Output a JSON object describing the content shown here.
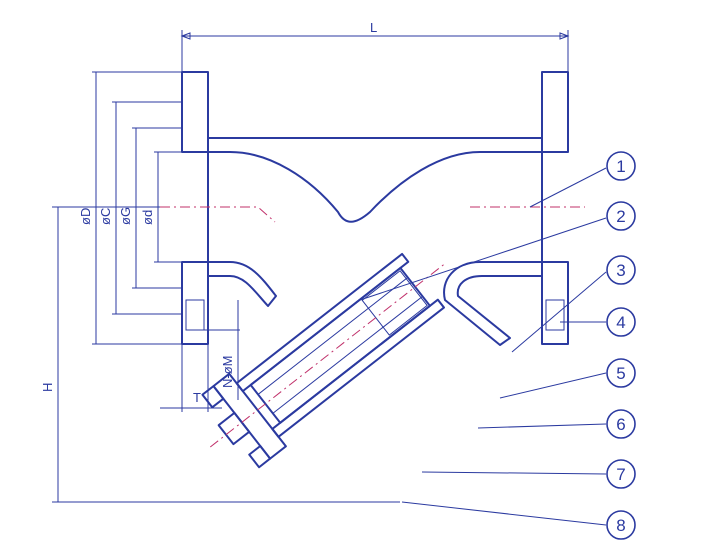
{
  "dimensions": {
    "length": "L",
    "flange_outer_diameter": "øD",
    "bolt_circle_diameter": "øC",
    "raised_face_diameter": "øG",
    "bore_diameter": "ød",
    "height": "H",
    "bolt_holes": "N-øM",
    "flange_thickness": "T"
  },
  "callouts": [
    {
      "number": "1"
    },
    {
      "number": "2"
    },
    {
      "number": "3"
    },
    {
      "number": "4"
    },
    {
      "number": "5"
    },
    {
      "number": "6"
    },
    {
      "number": "7"
    },
    {
      "number": "8"
    }
  ],
  "colors": {
    "line": "#2b3aa0",
    "centerline": "#c0306a",
    "background": "#ffffff"
  }
}
